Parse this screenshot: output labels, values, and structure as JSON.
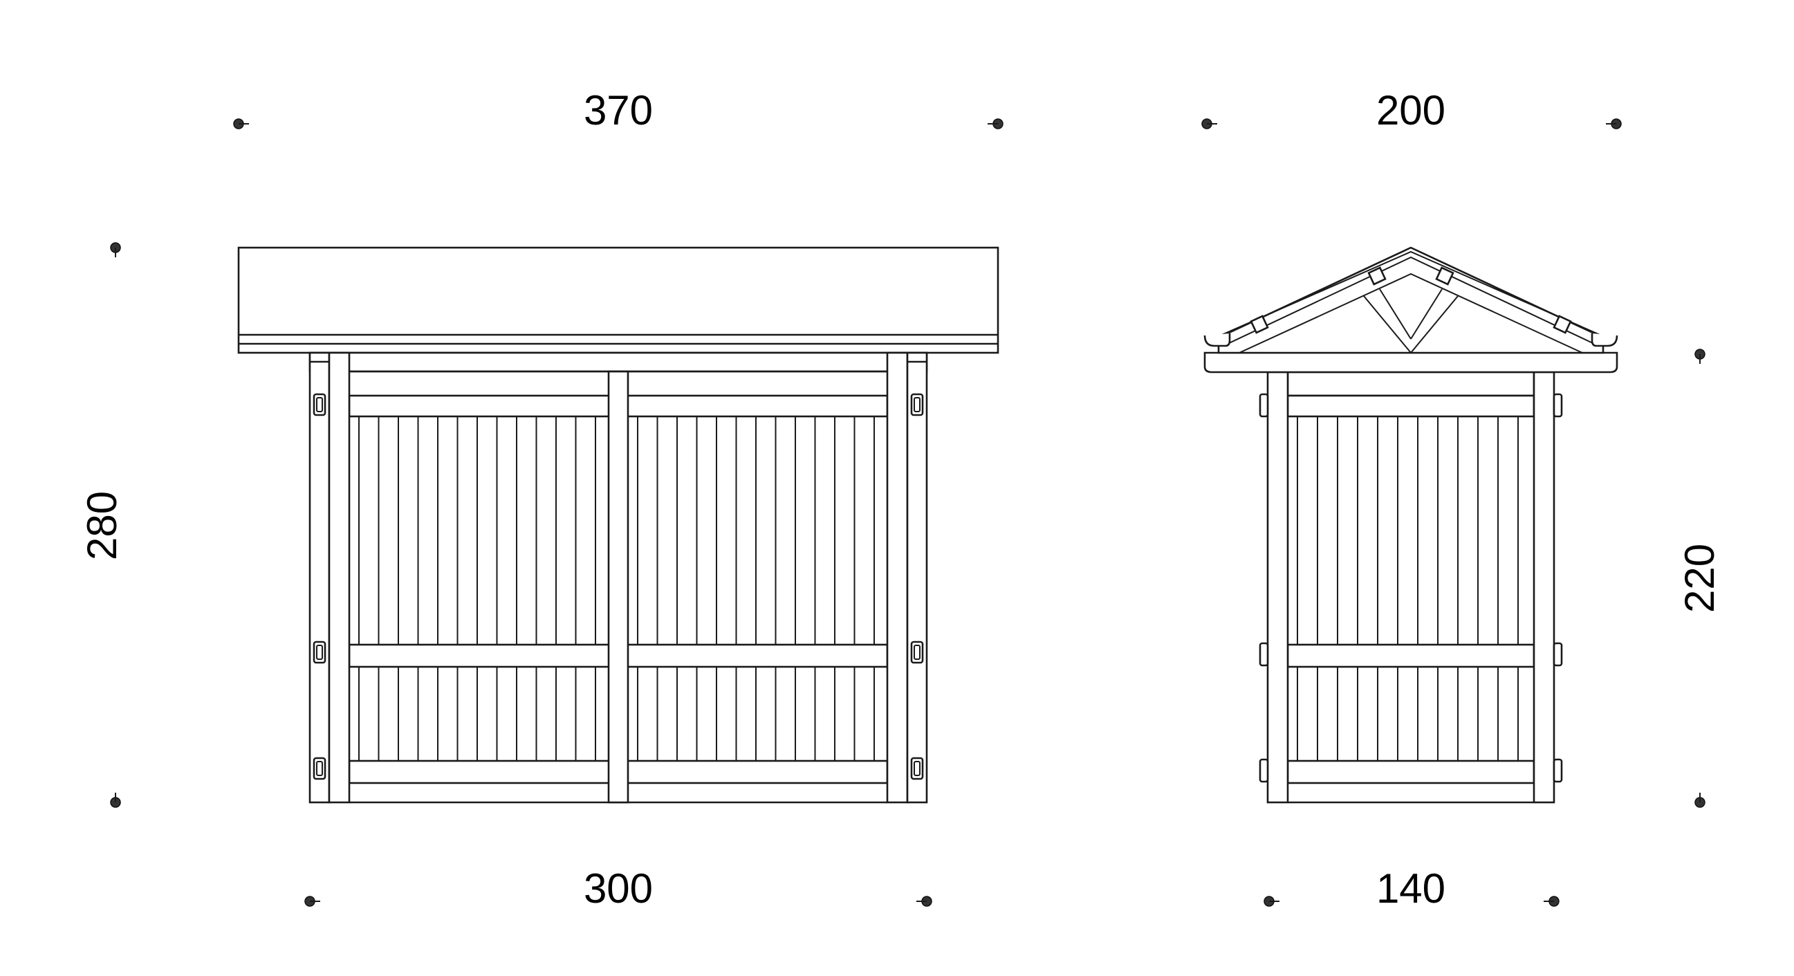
{
  "front_view": {
    "top_width_label": "370",
    "bottom_width_label": "300",
    "height_label": "280"
  },
  "side_view": {
    "top_width_label": "200",
    "bottom_width_label": "140",
    "height_label": "220"
  },
  "colors": {
    "line": "#1a1a1a",
    "marker": "#333333",
    "background": "#ffffff"
  }
}
